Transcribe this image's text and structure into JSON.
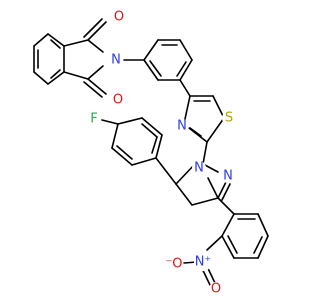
{
  "molecule": {
    "atoms": {
      "o_top": {
        "text": "O",
        "color": "#e0141a"
      },
      "o_bottom": {
        "text": "O",
        "color": "#e0141a"
      },
      "n_phth": {
        "text": "N",
        "color": "#2c3ee6"
      },
      "n_thz": {
        "text": "N",
        "color": "#2c3ee6"
      },
      "s_thz": {
        "text": "S",
        "color": "#b5a300"
      },
      "n1_pyr": {
        "text": "N",
        "color": "#2c3ee6"
      },
      "n2_pyr": {
        "text": "N",
        "color": "#2c3ee6"
      },
      "f": {
        "text": "F",
        "color": "#2fa84a"
      },
      "o_minus": {
        "text": "⁻O",
        "color": "#e0141a"
      },
      "n_plus": {
        "text": "N⁺",
        "color": "#2c3ee6"
      },
      "o_nitro": {
        "text": "O",
        "color": "#e0141a"
      }
    }
  }
}
